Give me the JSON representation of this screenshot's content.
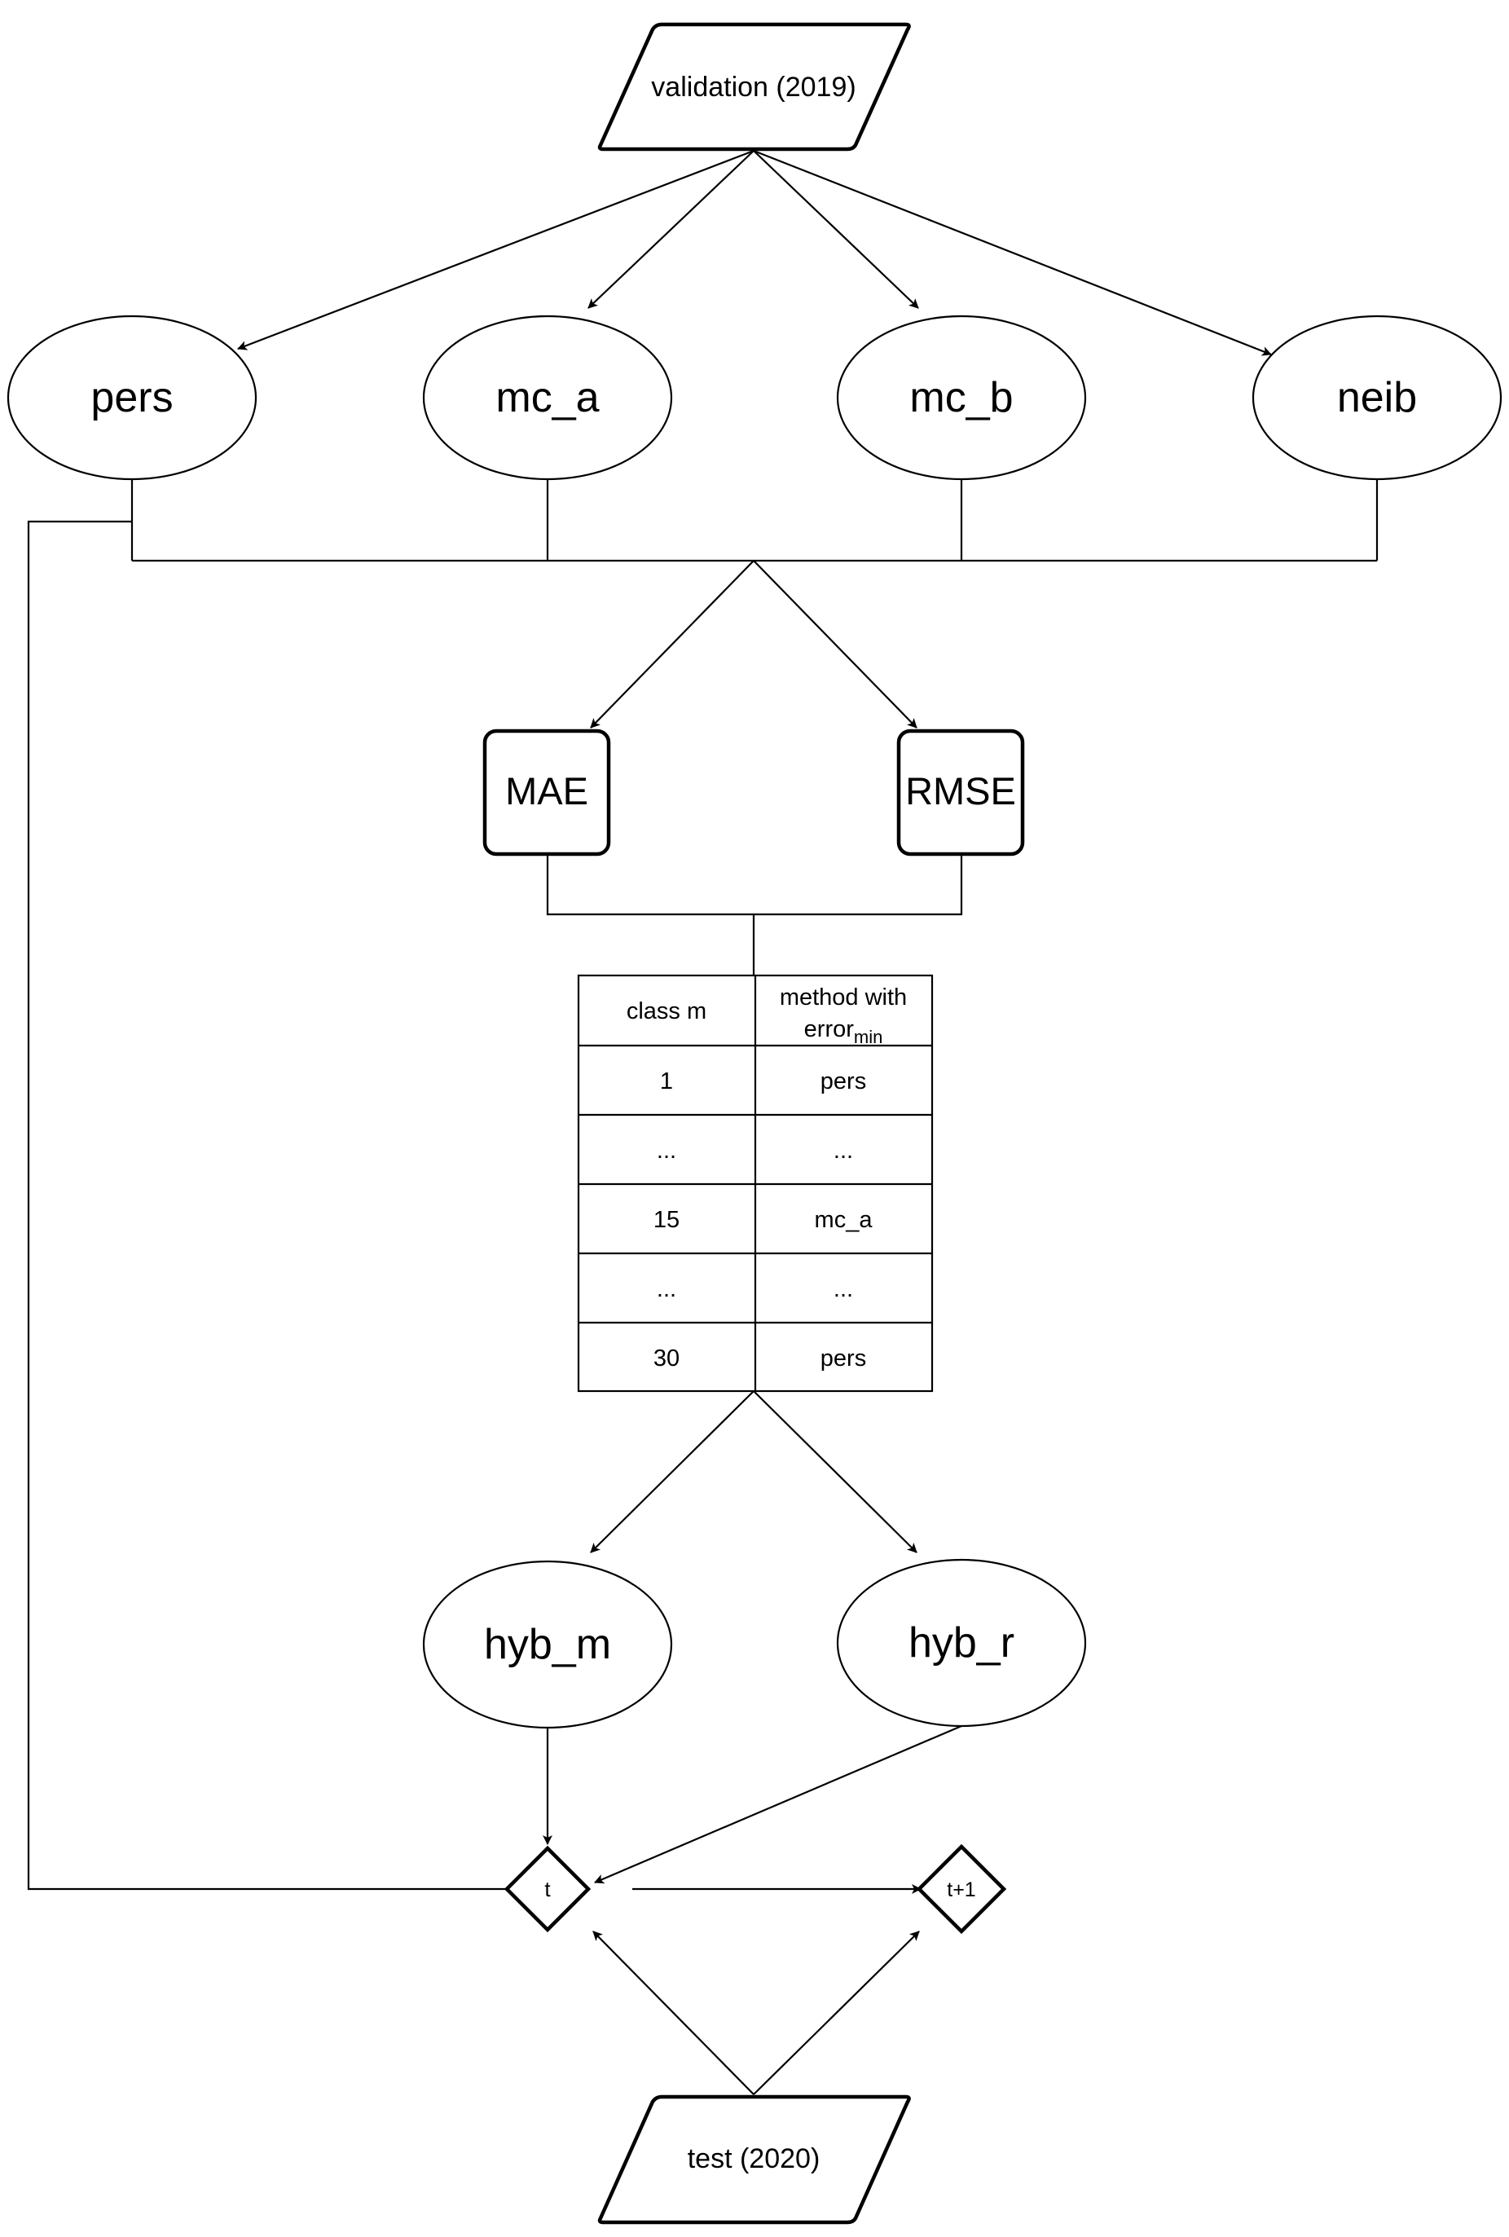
{
  "nodes": {
    "validation": "validation (2019)",
    "pers": "pers",
    "mc_a": "mc_a",
    "mc_b": "mc_b",
    "neib": "neib",
    "mae": "MAE",
    "rmse": "RMSE",
    "hyb_m": "hyb_m",
    "hyb_r": "hyb_r",
    "t": "t",
    "t_plus_1": "t+1",
    "test": "test (2020)"
  },
  "table": {
    "header_class": "class m",
    "header_method_line1": "method with",
    "header_method_line2": "error",
    "header_method_sub": "min",
    "rows": [
      {
        "class_m": "1",
        "method": "pers"
      },
      {
        "class_m": "...",
        "method": "..."
      },
      {
        "class_m": "15",
        "method": "mc_a"
      },
      {
        "class_m": "...",
        "method": "..."
      },
      {
        "class_m": "30",
        "method": "pers"
      }
    ]
  }
}
